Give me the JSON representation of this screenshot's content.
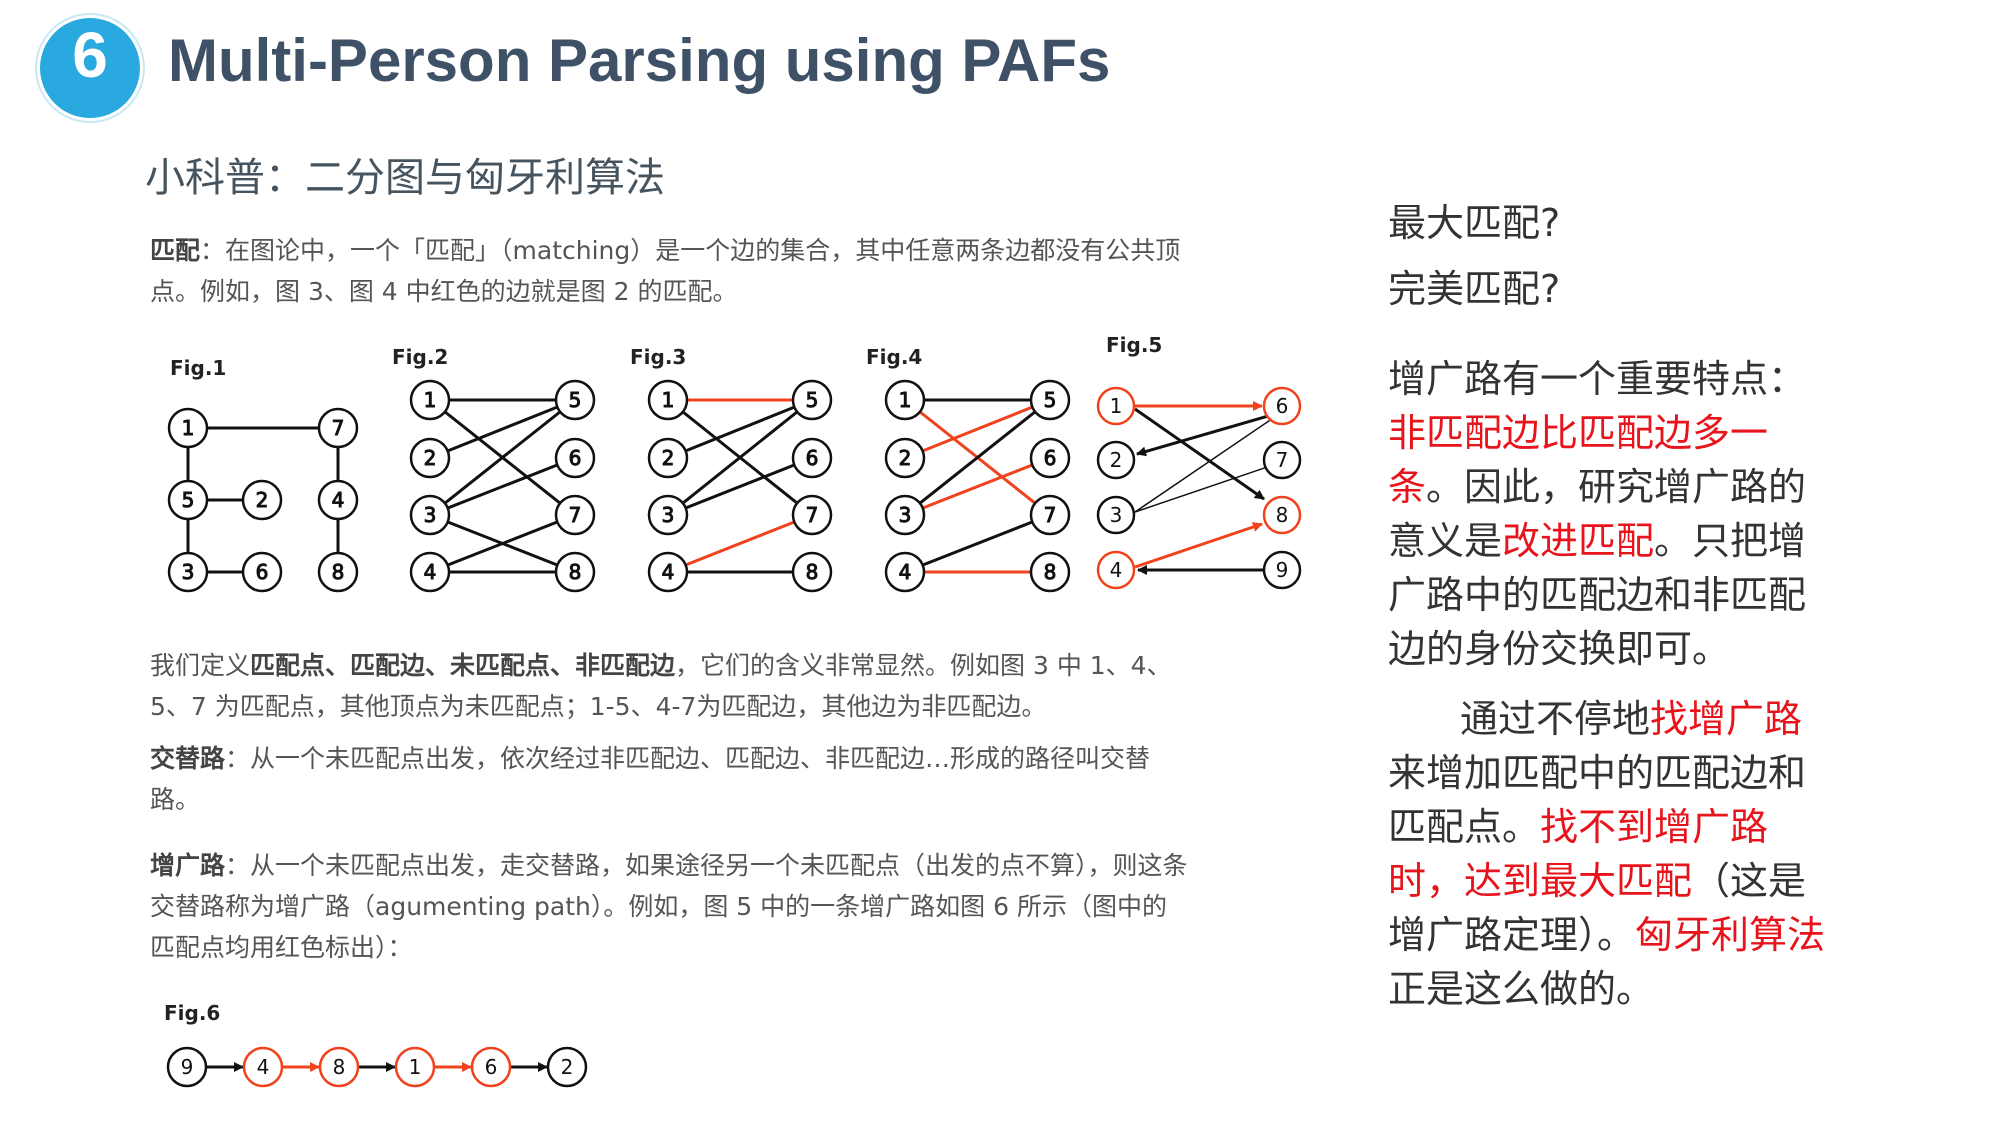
{
  "header": {
    "number": "6",
    "title": "Multi-Person Parsing using PAFs"
  },
  "subtitle": "小科普：二分图与匈牙利算法",
  "paragraphs": {
    "matching_label": "匹配",
    "matching_text": "：在图论中，一个「匹配」（matching）是一个边的集合，其中任意两条边都没有公共顶点。例如，图 3、图 4 中红色的边就是图 2 的匹配。",
    "def_pre": "我们定义",
    "def_terms": "匹配点、匹配边、未匹配点、非匹配边",
    "def_post": "，它们的含义非常显然。例如图 3 中 1、4、5、7 为匹配点，其他顶点为未匹配点；1-5、4-7为匹配边，其他边为非匹配边。",
    "alt_label": "交替路",
    "alt_text": "：从一个未匹配点出发，依次经过非匹配边、匹配边、非匹配边…形成的路径叫交替路。",
    "aug_label": "增广路",
    "aug_text": "：从一个未匹配点出发，走交替路，如果途径另一个未匹配点（出发的点不算），则这条交替路称为增广路（agumenting path）。例如，图 5 中的一条增广路如图 6 所示（图中的匹配点均用红色标出）："
  },
  "right": {
    "q1": "最大匹配?",
    "q2": "完美匹配?",
    "p1_a": "增广路有一个重要特点：",
    "p1_b": "非匹配边比匹配边多一条",
    "p1_c": "。因此，研究增广路的意义是",
    "p1_d": "改进匹配",
    "p1_e": "。只把增广路中的匹配边和非匹配边的身份交换即可。",
    "p2_a": "通过不停地",
    "p2_b": "找增广路",
    "p2_c": "来增加匹配中的匹配边和匹配点。",
    "p2_d": "找不到增广路时，达到最大匹配",
    "p2_e": "（这是增广路定理）。",
    "p2_f": "匈牙利算法",
    "p2_g": "正是这么做的。"
  },
  "figures": {
    "fig1": {
      "label": "Fig.1",
      "nodes": [
        "1",
        "7",
        "5",
        "2",
        "4",
        "3",
        "6",
        "8"
      ]
    },
    "fig2": {
      "label": "Fig.2",
      "left": [
        "1",
        "2",
        "3",
        "4"
      ],
      "right": [
        "5",
        "6",
        "7",
        "8"
      ]
    },
    "fig3": {
      "label": "Fig.3",
      "left": [
        "1",
        "2",
        "3",
        "4"
      ],
      "right": [
        "5",
        "6",
        "7",
        "8"
      ]
    },
    "fig4": {
      "label": "Fig.4",
      "left": [
        "1",
        "2",
        "3",
        "4"
      ],
      "right": [
        "5",
        "6",
        "7",
        "8"
      ]
    },
    "fig5": {
      "label": "Fig.5",
      "left": [
        "1",
        "2",
        "3",
        "4"
      ],
      "right": [
        "6",
        "7",
        "8",
        "9"
      ]
    },
    "fig6": {
      "label": "Fig.6",
      "path": [
        "9",
        "4",
        "8",
        "1",
        "6",
        "2"
      ]
    }
  },
  "colors": {
    "accent": "#29a9e0",
    "title": "#3f5167",
    "highlight": "#e8141c",
    "matched_edge": "#f0421c"
  }
}
